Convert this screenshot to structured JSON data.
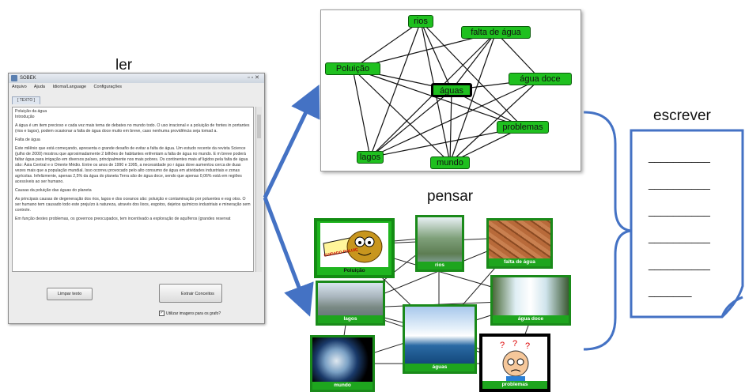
{
  "labels": {
    "ler": "ler",
    "pensar": "pensar",
    "escrever": "escrever"
  },
  "window": {
    "title": "SOBEK",
    "menu": [
      "Arquivo",
      "Ajuda",
      "Idioma/Language",
      "Configurações"
    ],
    "tab": "[ TEXTO ]",
    "text": [
      "Poluição da água",
      "Introdução",
      "A água é um item precioso e cada vez mais tema de debates no mundo todo. O uso irracional e a poluição de fontes in portantes (rios e lagos), podem ocasionar a falta de água doce muito em breve, caso nenhuma providência seja tomad a.",
      "Falta de água",
      "Este milênio que está começando, apresenta o grande desafio de evitar a falta de água. Um estudo recente da revista Science (julho de 2000) mostrou que aproximadamente 2 bilhões de habitantes enfrentam a falta de água no mundo. E m breve poderá faltar água para irrigação em diversos países, principalmente nos mais pobres. Os continentes mais af ligidos pela falta de água são: Ásia Central e o Oriente Médio. Entre os anos de 1990 e 1995, a necessidade po r água dove aumentou cerca de duas vezes mais que a população mundial. Isso ocorreu provocado pelo alto consumo de água em atividades industriais e zonas agrícolas. Infelizmente, apenas 2,5% da água do planeta Terra são de água doce, sendo que apenas 0,06% está em regiões acessíveis ao ser humano.",
      "Causas da poluição das águas do planeta",
      "As principais causas de degeneração dos rios, lagos e dos oceanos são: poluição e contaminação por poluentes e esg otos. O ser humano tem causado todo este prejuízo à natureza, através dos lixos, esgotos, dejetos químicos industriais e mineração sem controle.",
      "Em função destes problemas, os governos preocupados, tem incentivado a exploração de aquíferos (grandes reservat"
    ],
    "clear_button": "Limpar texto",
    "extract_button": "Extrair Conceitos",
    "checkbox": "Utilizar imagens para os grafo?"
  },
  "graph": {
    "nodes": [
      {
        "id": "rios",
        "label": "rios"
      },
      {
        "id": "falta",
        "label": "falta de água"
      },
      {
        "id": "poluicao",
        "label": "Poluição"
      },
      {
        "id": "aguas",
        "label": "águas"
      },
      {
        "id": "doce",
        "label": "água doce"
      },
      {
        "id": "problemas",
        "label": "problemas"
      },
      {
        "id": "lagos",
        "label": "lagos"
      },
      {
        "id": "mundo",
        "label": "mundo"
      }
    ]
  },
  "imagemap": {
    "captions": {
      "poluicao": "Poluição",
      "rios": "rios",
      "falta": "falta de água",
      "lagos": "lagos",
      "doce": "água doce",
      "aguas": "águas",
      "mundo": "mundo",
      "problemas": "problemas"
    },
    "sign": "CUIDADO POLUIÇÃO"
  },
  "doc": {
    "lines": [
      "__________",
      "__________",
      "__________",
      "__________",
      "__________",
      "_______"
    ]
  },
  "colors": {
    "arrow": "#4472c4",
    "node": "#1fc01f",
    "frame": "#1a8a1a"
  }
}
